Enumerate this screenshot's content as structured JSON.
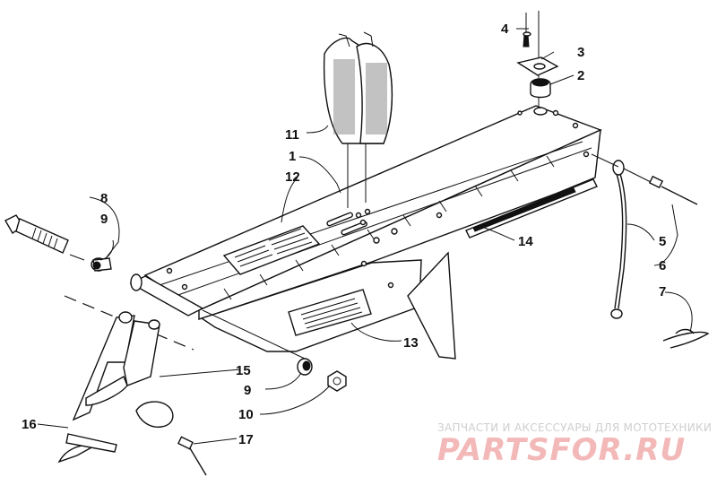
{
  "callouts": {
    "c1": "1",
    "c2": "2",
    "c3": "3",
    "c4": "4",
    "c5": "5",
    "c6": "6",
    "c7": "7",
    "c8": "8",
    "c9a": "9",
    "c9b": "9",
    "c10": "10",
    "c11": "11",
    "c12": "12",
    "c13": "13",
    "c14": "14",
    "c15": "15",
    "c16": "16",
    "c17": "17"
  },
  "watermark": {
    "tagline": "ЗАПЧАСТИ И АКСЕССУАРЫ ДЛЯ МОТОТЕХНИКИ",
    "brand": "PARTSFOR.RU"
  }
}
